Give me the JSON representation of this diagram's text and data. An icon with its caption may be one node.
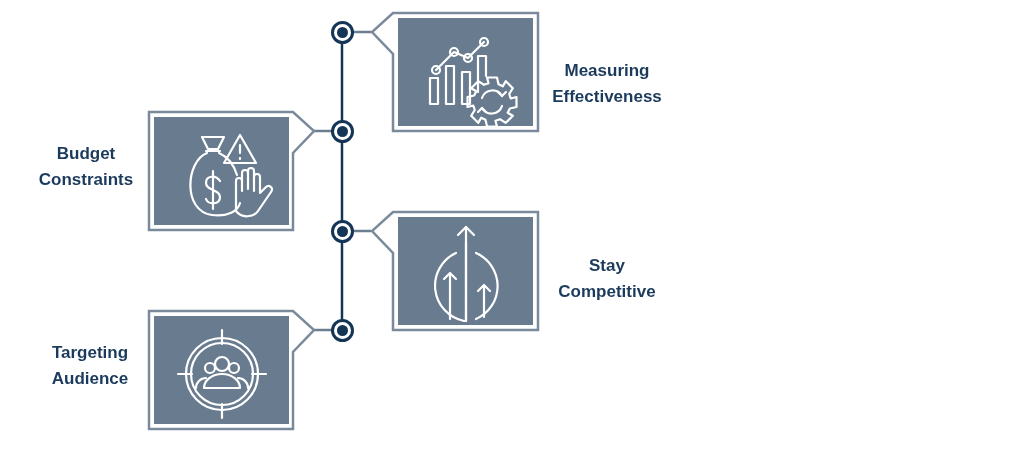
{
  "diagram": {
    "nodes": [
      {
        "text": [
          "Measuring Effectiveness"
        ]
      },
      {
        "text": [
          "Budget Constraints"
        ]
      },
      {
        "text": [
          "Stay Competitive"
        ]
      },
      {
        "text": [
          "Targeting Audience"
        ]
      },
      {
        "text": [],
        "shape": "circle"
      },
      {
        "text": [],
        "shape": "circle"
      },
      {
        "text": [],
        "shape": "circle"
      },
      {
        "text": [],
        "shape": "circle"
      }
    ],
    "edges": [
      {
        "from": 4,
        "to": 0,
        "arrow": "none"
      },
      {
        "from": 5,
        "to": 1,
        "arrow": "none"
      },
      {
        "from": 6,
        "to": 2,
        "arrow": "none"
      },
      {
        "from": 7,
        "to": 3,
        "arrow": "none"
      },
      {
        "from": 4,
        "to": 5,
        "arrow": "none",
        "color": "#153556"
      },
      {
        "from": 5,
        "to": 6,
        "arrow": "none",
        "color": "#153556"
      },
      {
        "from": 6,
        "to": 7,
        "arrow": "none",
        "color": "#153556"
      }
    ]
  }
}
